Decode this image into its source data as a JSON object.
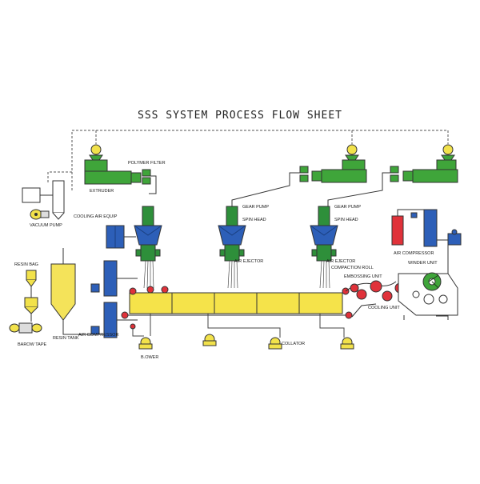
{
  "title": "SSS SYSTEM PROCESS FLOW SHEET",
  "labels": {
    "vacuum_pump": "VACUUM PUMP",
    "extruder": "EXTRUDER",
    "polymer_filter": "POLYMER FILTER",
    "cooling_air_equip": "COOLING AIR EQUIP",
    "gear_pump_1": "GEAR PUMP",
    "gear_pump_2": "GEAR PUMP",
    "spin_head_1": "SPIN HEAD",
    "spin_head_2": "SPIN HEAD",
    "air_ejector_1": "AIR EJECTOR",
    "air_ejector_2": "AIR EJECTOR",
    "air_compressor_right": "AIR COMPRESSOR",
    "winder_unit": "WINDER UNIT",
    "compaction_roll": "COMPACTION ROLL",
    "embossing_unit": "EMBOSSING UNIT",
    "cooling_unit": "COOLING UNIT",
    "resin_bag": "RESIN BAG",
    "resin_tank": "RESIN TANK",
    "barow_tape": "BAROW TAPE",
    "air_compressor_left": "AIR COMPRESSOR",
    "blower": "B.OWER",
    "collator": "COLLATOR"
  },
  "colors": {
    "extruder_green": "#3fa53a",
    "head_blue": "#2d5fb8",
    "nozzle_green": "#2e8f3a",
    "belt_yellow": "#f5e34a",
    "tank_yellow": "#f4e35a",
    "roll_red": "#e0323a",
    "line": "#444444"
  }
}
